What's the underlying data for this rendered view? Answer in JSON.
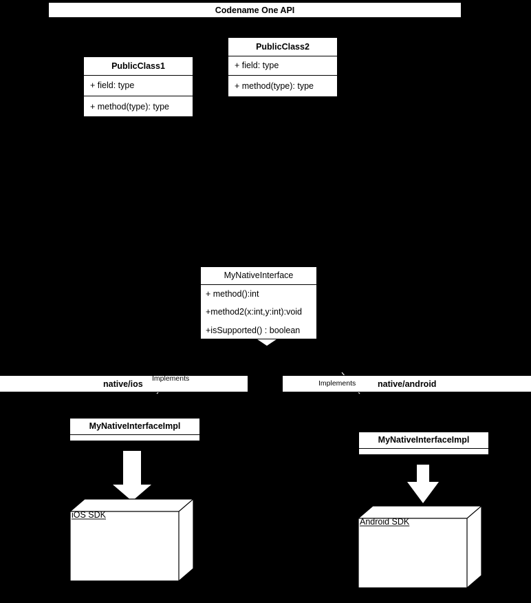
{
  "diagram": {
    "title_bar": {
      "label": "Codename One API"
    },
    "classes": [
      {
        "name": "public-class-1",
        "title": "PublicClass1",
        "rows": [
          "+ field: type",
          "+ method(type): type"
        ]
      },
      {
        "name": "public-class-2",
        "title": "PublicClass2",
        "rows": [
          "+ field: type",
          "+ method(type): type"
        ]
      }
    ],
    "interface": {
      "title": "MyNativeInterface",
      "rows": [
        "+ method():int",
        "+method2(x:int,y:int):void",
        "+isSupported() : boolean"
      ]
    },
    "packages": [
      {
        "name": "native-ios",
        "label": "native/ios",
        "connector_label": "Implements"
      },
      {
        "name": "native-android",
        "label": "native/android",
        "connector_label": "Implements"
      }
    ],
    "impl_classes": [
      {
        "name": "ios-impl",
        "title": "MyNativeInterfaceImpl",
        "rows": [
          ""
        ]
      },
      {
        "name": "android-impl",
        "title": "MyNativeInterfaceImpl",
        "rows": [
          ""
        ]
      }
    ],
    "sdk_nodes": [
      {
        "name": "ios-sdk-node",
        "label": "iOS SDK"
      },
      {
        "name": "android-sdk-node",
        "label": "Android SDK"
      }
    ],
    "colors": {
      "background": "#000000",
      "shape_fill": "#ffffff",
      "stroke": "#000000",
      "underline": "#808080"
    }
  }
}
